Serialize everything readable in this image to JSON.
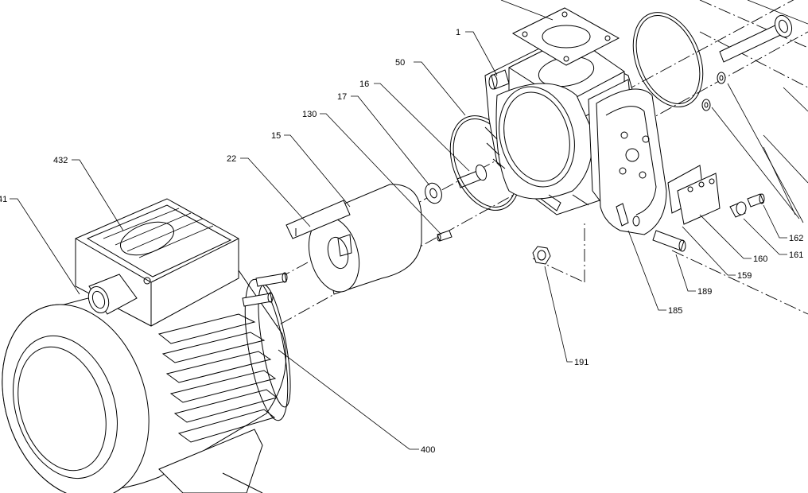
{
  "diagram": {
    "labels": {
      "l_1": "1",
      "l_50": "50",
      "l_16": "16",
      "l_17": "17",
      "l_130": "130",
      "l_15": "15",
      "l_22": "22",
      "l_432": "432",
      "l_41": "41",
      "l_400": "400",
      "l_191": "191",
      "l_185": "185",
      "l_189": "189",
      "l_159": "159",
      "l_160": "160",
      "l_161": "161",
      "l_162": "162"
    }
  }
}
